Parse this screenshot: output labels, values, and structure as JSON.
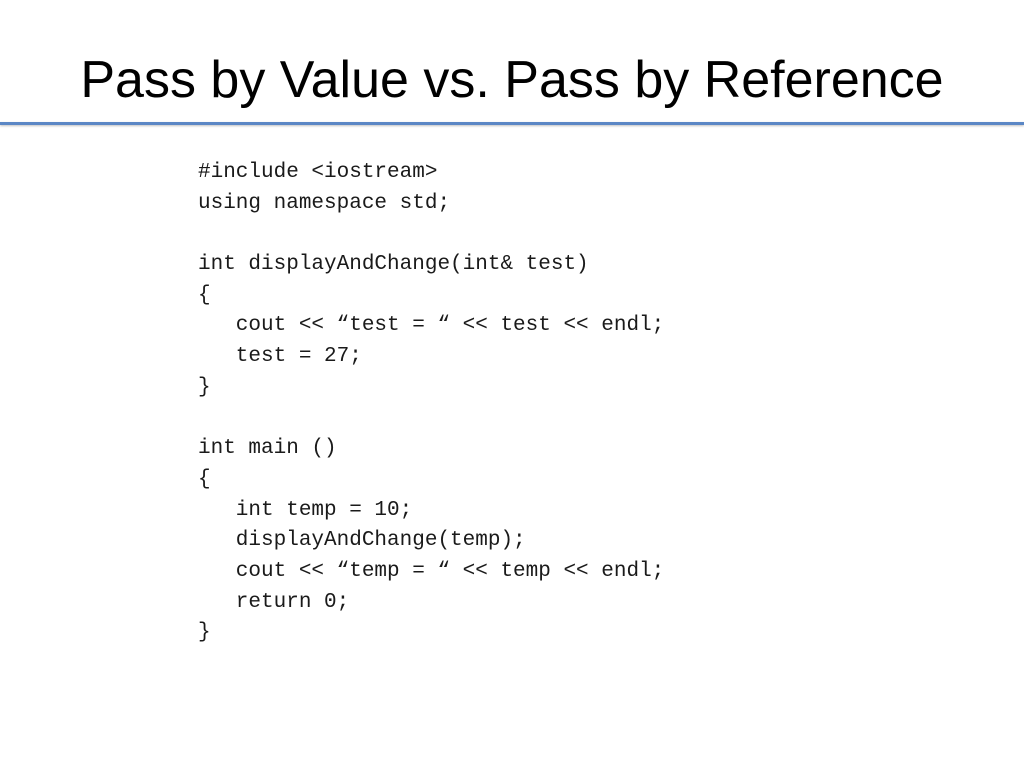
{
  "slide": {
    "title": "Pass by Value vs. Pass by Reference",
    "accent_color": "#5b87c5"
  },
  "code": {
    "lines": [
      "#include <iostream>",
      "using namespace std;",
      "",
      "int displayAndChange(int& test)",
      "{",
      "   cout << “test = “ << test << endl;",
      "   test = 27;",
      "}",
      "",
      "int main ()",
      "{",
      "   int temp = 10;",
      "   displayAndChange(temp);",
      "   cout << “temp = “ << temp << endl;",
      "   return 0;",
      "}"
    ]
  }
}
